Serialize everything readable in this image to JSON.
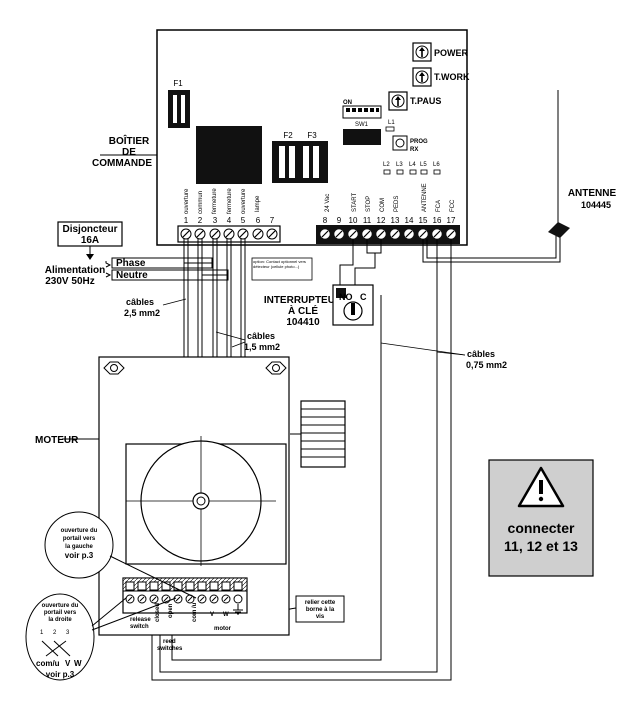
{
  "control_box": {
    "label_line1": "BOÎTIER",
    "label_line2": "DE",
    "label_line3": "COMMANDE",
    "fuses": [
      "F1",
      "F2",
      "F3"
    ],
    "trimmers": [
      "POWER",
      "T.WORK",
      "T.PAUS"
    ],
    "dip_on": "ON",
    "dip_label": "SW1",
    "l1": "L1",
    "prog_line1": "PROG",
    "prog_line2": "RX",
    "leds": [
      "L2",
      "L3",
      "L4",
      "L5",
      "L6"
    ]
  },
  "terminals_left": {
    "numbers": [
      "1",
      "2",
      "3",
      "4",
      "5",
      "6",
      "7"
    ],
    "names": [
      "ouverture",
      "commun",
      "fermeture",
      "fermeture",
      "ouverture",
      "lampe",
      ""
    ]
  },
  "terminals_right": {
    "numbers": [
      "8",
      "9",
      "10",
      "11",
      "12",
      "13",
      "14",
      "15",
      "16",
      "17"
    ],
    "names": [
      "24 Vac",
      "",
      "START",
      "STOP",
      "COM",
      "PEDS",
      "",
      "ANTENNE",
      "FCA",
      "FCC"
    ]
  },
  "power": {
    "breaker_line1": "Disjoncteur",
    "breaker_line2": "16A",
    "supply_line1": "Alimentation",
    "supply_line2": "230V 50Hz",
    "phase": "Phase",
    "neutral": "Neutre"
  },
  "cables": {
    "c25_line1": "câbles",
    "c25_line2": "2,5 mm2",
    "c15_line1": "câbles",
    "c15_line2": "1,5 mm2",
    "c075_line1": "câbles",
    "c075_line2": "0,75 mm2"
  },
  "key_switch": {
    "line1": "INTERRUPTEUR",
    "line2": "À CLÉ",
    "line3": "104410",
    "no": "NO",
    "c": "C"
  },
  "option_note": "option: Contact optionnel vers détecteur (cellule photo...)",
  "antenna": {
    "line1": "ANTENNE",
    "line2": "104445"
  },
  "motor": {
    "label": "MOTEUR",
    "release_line1": "release",
    "release_line2": "switch",
    "closed": "closed",
    "open": "open",
    "com": "com /u",
    "v": "V",
    "w": "W",
    "motor_label": "motor",
    "reed_line1": "reed",
    "reed_line2": "switches"
  },
  "callout_left": {
    "line1": "ouverture du",
    "line2": "portail vers",
    "line3": "la gauche",
    "line4": "voir p.3"
  },
  "callout_right": {
    "line1": "ouverture du",
    "line2": "portail vers",
    "line3": "la droite",
    "nums": [
      "1",
      "2",
      "3"
    ],
    "bottom": "com/u",
    "v": "V",
    "w": "W",
    "voir": "voir p.3"
  },
  "ground_note": {
    "line1": "relier cette",
    "line2": "borne à la",
    "line3": "vis"
  },
  "warning": {
    "line1": "connecter",
    "line2": "11, 12 et 13"
  }
}
